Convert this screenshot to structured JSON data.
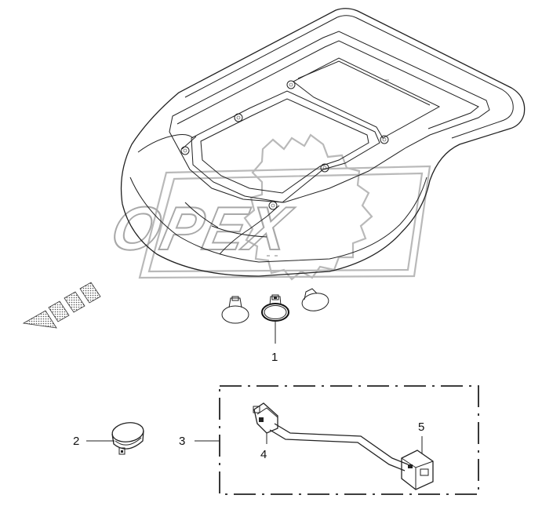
{
  "diagram": {
    "callouts": [
      {
        "id": "1",
        "label": "1"
      },
      {
        "id": "2",
        "label": "2"
      },
      {
        "id": "3",
        "label": "3"
      },
      {
        "id": "4",
        "label": "4"
      },
      {
        "id": "5",
        "label": "5"
      }
    ],
    "parts": [
      {
        "name": "lamp-lens"
      },
      {
        "name": "clamp"
      },
      {
        "name": "wiring-harness"
      },
      {
        "name": "connector-lamp-side"
      },
      {
        "name": "connector-harness-side"
      }
    ],
    "watermark": {
      "text": "OPEX"
    },
    "direction_arrow": {
      "icon": "front-direction-arrow-icon"
    }
  }
}
